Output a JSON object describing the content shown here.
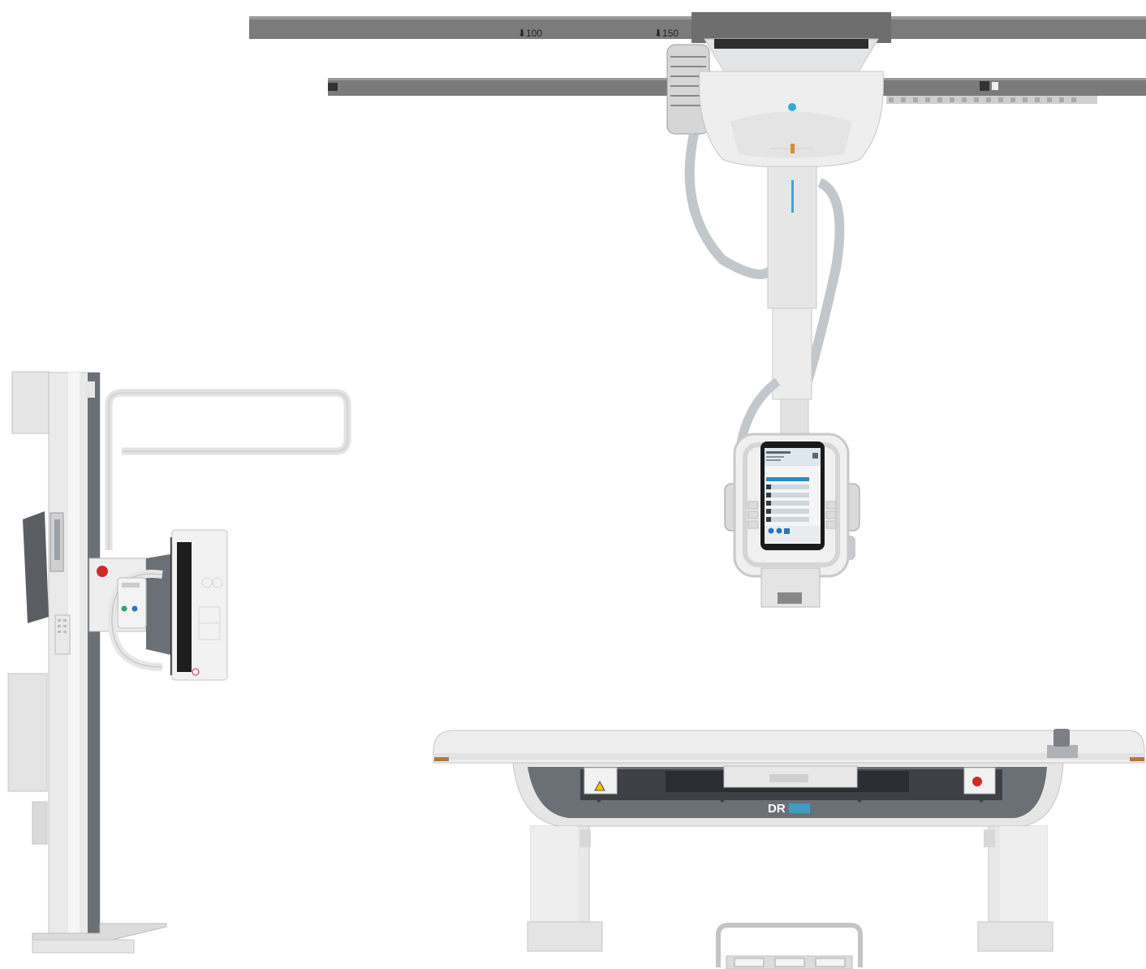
{
  "rail": {
    "mark_1": "⬇100",
    "mark_2": "⬇150"
  },
  "table": {
    "brand": "DR"
  },
  "colors": {
    "rail": "#7b7b7b",
    "rail_dark": "#5e5e5e",
    "body_light": "#ececec",
    "body_mid": "#d6d8da",
    "panel_dark": "#6b7076",
    "accent": "#39a9d6",
    "emergency": "#d02b2b",
    "button_green": "#2fa36b",
    "button_blue": "#2a76c0"
  }
}
